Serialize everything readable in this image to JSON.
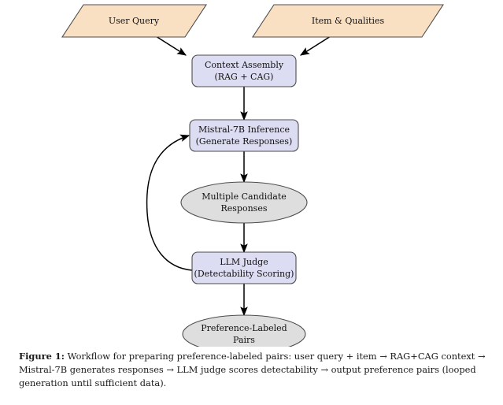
{
  "figure": {
    "caption_label": "Figure 1:",
    "caption_text": " Workflow for preparing preference-labeled pairs: user query + item → RAG+CAG context → Mistral-7B generates responses → LLM judge scores detectability → output preference pairs (looped generation until sufficient data)."
  },
  "colors": {
    "input_fill": "#fae0c3",
    "process_fill": "#dcdcf2",
    "data_fill": "#dedede",
    "shape_stroke": "#4d4d4d",
    "edge_stroke": "#000000",
    "background": "#ffffff",
    "text": "#111111"
  },
  "diagram": {
    "type": "flowchart",
    "nodes": [
      {
        "id": "user-query",
        "shape": "parallelogram",
        "role": "input",
        "lines": [
          "User Query"
        ]
      },
      {
        "id": "item-qualities",
        "shape": "parallelogram",
        "role": "input",
        "lines": [
          "Item & Qualities"
        ]
      },
      {
        "id": "context-assembly",
        "shape": "rounded-rect",
        "role": "process",
        "lines": [
          "Context Assembly",
          "(RAG + CAG)"
        ]
      },
      {
        "id": "mistral-inference",
        "shape": "rounded-rect",
        "role": "process",
        "lines": [
          "Mistral-7B Inference",
          "(Generate Responses)"
        ]
      },
      {
        "id": "candidate-responses",
        "shape": "ellipse",
        "role": "data",
        "lines": [
          "Multiple Candidate",
          "Responses"
        ]
      },
      {
        "id": "llm-judge",
        "shape": "rounded-rect",
        "role": "process",
        "lines": [
          "LLM Judge",
          "(Detectability Scoring)"
        ]
      },
      {
        "id": "preference-pairs",
        "shape": "ellipse",
        "role": "data",
        "lines": [
          "Preference-Labeled",
          "Pairs"
        ]
      }
    ],
    "edges": [
      {
        "id": "edge-user-query-to-context",
        "from": "user-query",
        "to": "context-assembly",
        "style": "straight"
      },
      {
        "id": "edge-item-to-context",
        "from": "item-qualities",
        "to": "context-assembly",
        "style": "straight"
      },
      {
        "id": "edge-context-to-mistral",
        "from": "context-assembly",
        "to": "mistral-inference",
        "style": "straight"
      },
      {
        "id": "edge-mistral-to-candidates",
        "from": "mistral-inference",
        "to": "candidate-responses",
        "style": "straight"
      },
      {
        "id": "edge-candidates-to-judge",
        "from": "candidate-responses",
        "to": "llm-judge",
        "style": "straight"
      },
      {
        "id": "edge-judge-to-pairs",
        "from": "llm-judge",
        "to": "preference-pairs",
        "style": "straight"
      },
      {
        "id": "edge-judge-loop-to-mistral",
        "from": "llm-judge",
        "to": "mistral-inference",
        "style": "curved-feedback"
      }
    ]
  }
}
